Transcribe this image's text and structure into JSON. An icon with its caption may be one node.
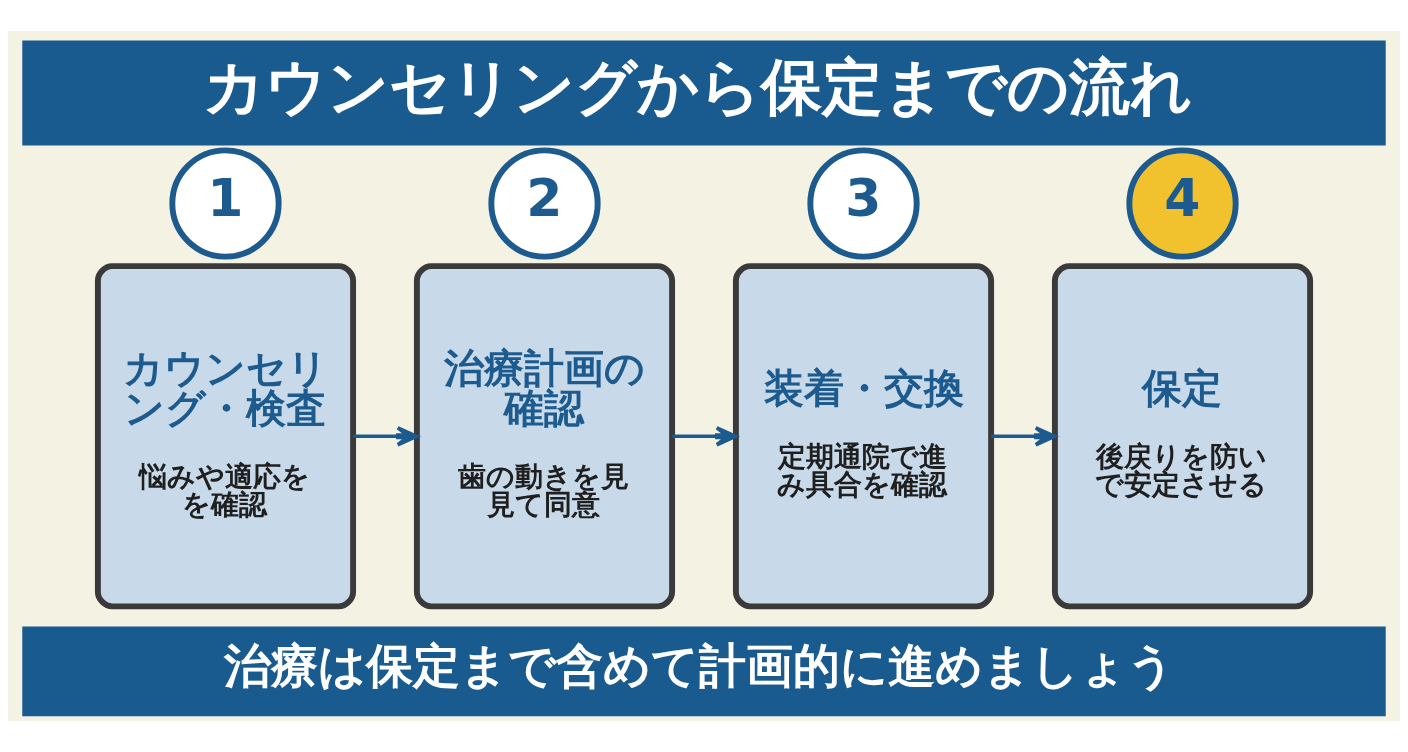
{
  "diagram": {
    "title": "カウンセリングから保定までの流れ",
    "caption": "治療は保定まで含めて計画的に進めましょう",
    "nodes": [
      {
        "text": [
          "1"
        ]
      },
      {
        "text": [
          "カウンセリング・検査",
          "悩みや適応をを確認"
        ]
      },
      {
        "text": [
          "2"
        ]
      },
      {
        "text": [
          "治療計画の確認",
          "歯の動きを見見て同意"
        ]
      },
      {
        "text": [
          "3"
        ]
      },
      {
        "text": [
          "装着・交換",
          "定期通院で進み具合を確認"
        ]
      },
      {
        "text": [
          "4"
        ]
      },
      {
        "text": [
          "保定",
          "後戻りを防いで安定させる"
        ]
      }
    ],
    "edges": [
      {
        "from": 1,
        "to": 3,
        "arrow": "to"
      },
      {
        "from": 3,
        "to": 5,
        "arrow": "to"
      },
      {
        "from": 5,
        "to": 7,
        "arrow": "to"
      }
    ]
  }
}
